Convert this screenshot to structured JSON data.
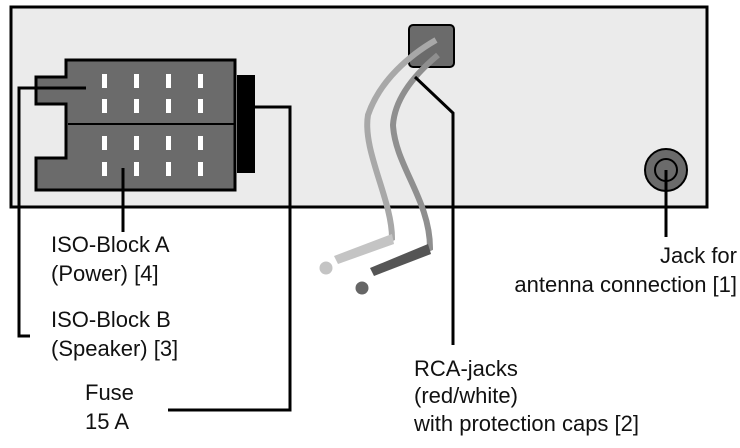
{
  "colors": {
    "panel": "#ebebeb",
    "connector": "#6b6b6b",
    "cable_light": "#a8a8a8",
    "cable_dark": "#8a8a8a",
    "plug_light": "#c4c4c4",
    "plug_dark": "#555555",
    "line": "#000000"
  },
  "labels": {
    "iso_a": [
      "ISO-Block A",
      "(Power) [4]"
    ],
    "iso_b": [
      "ISO-Block B",
      "(Speaker) [3]"
    ],
    "fuse": [
      "Fuse",
      "15 A"
    ],
    "rca": [
      "RCA-jacks",
      "(red/white)",
      "with protection caps [2]"
    ],
    "antenna": [
      "Jack for",
      "antenna connection [1]"
    ]
  }
}
